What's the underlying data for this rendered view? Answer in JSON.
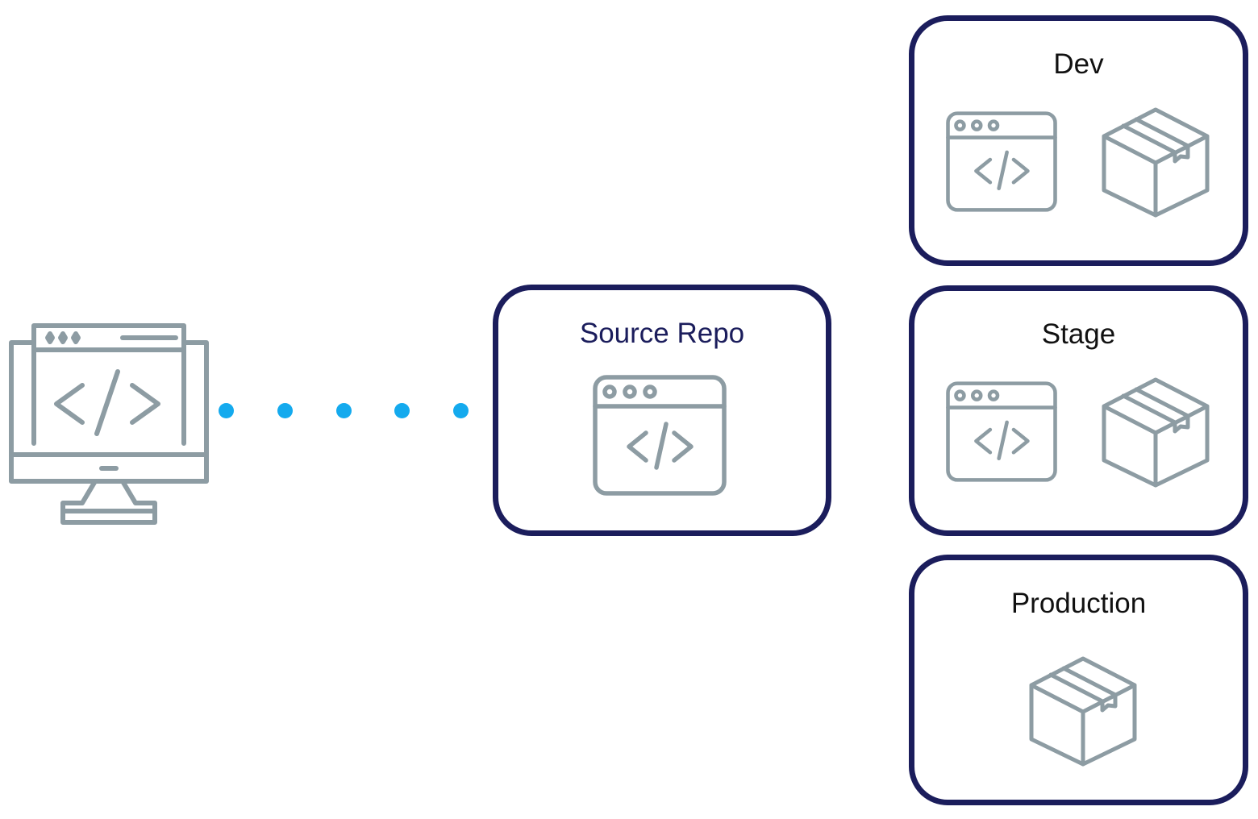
{
  "colors": {
    "icon_stroke": "#8d9ca3",
    "box_border": "#1b1d5c",
    "dots": "#14aaee",
    "source_title": "#1b1d5c",
    "env_title": "#111111"
  },
  "developer": {
    "icon": "developer-monitor-code-icon"
  },
  "connector": {
    "dot_count": 5
  },
  "source_repo": {
    "title": "Source Repo",
    "icons": [
      "code-window-icon"
    ]
  },
  "environments": [
    {
      "title": "Dev",
      "icons": [
        "code-window-icon",
        "package-box-icon"
      ]
    },
    {
      "title": "Stage",
      "icons": [
        "code-window-icon",
        "package-box-icon"
      ]
    },
    {
      "title": "Production",
      "icons": [
        "package-box-icon"
      ]
    }
  ]
}
